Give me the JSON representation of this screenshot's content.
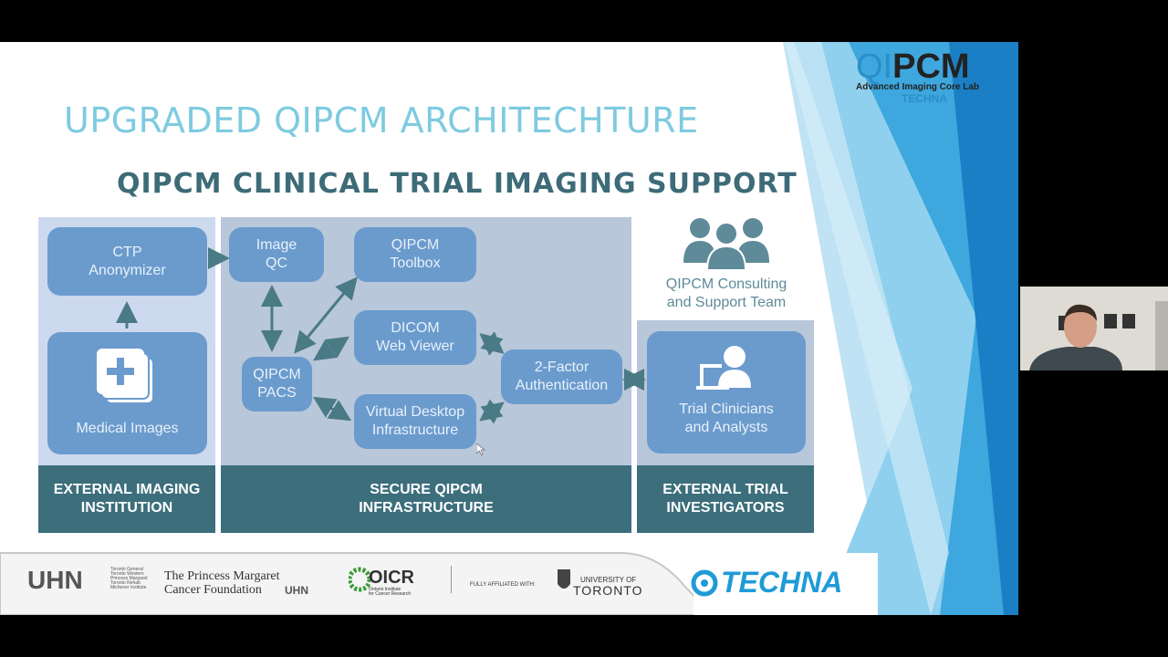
{
  "slide": {
    "title": "UPGRADED QIPCM ARCHITECHTURE",
    "subtitle": "QIPCM CLINICAL TRIAL IMAGING SUPPORT"
  },
  "logo": {
    "brand_prefix": "QI",
    "brand_main": "PCM",
    "tagline": "Advanced Imaging Core Lab",
    "sub": "TECHNA"
  },
  "diagram": {
    "external": {
      "ctp": "CTP\nAnonymizer",
      "medical": "Medical Images",
      "footer": "EXTERNAL IMAGING\nINSTITUTION"
    },
    "secure": {
      "image_qc": "Image\nQC",
      "toolbox": "QIPCM\nToolbox",
      "dicom": "DICOM\nWeb Viewer",
      "pacs": "QIPCM\nPACS",
      "vdi": "Virtual Desktop\nInfrastructure",
      "twofa": "2-Factor\nAuthentication",
      "footer": "SECURE QIPCM\nINFRASTRUCTURE"
    },
    "investigators": {
      "team_label": "QIPCM Consulting\nand Support Team",
      "clinicians": "Trial Clinicians\nand Analysts",
      "footer": "EXTERNAL TRIAL\nINVESTIGATORS"
    }
  },
  "footer_logos": {
    "uhn": "UHN",
    "uhn_sites": "Toronto General\nToronto Western\nPrincess Margaret\nToronto Rehab\nMichener Institute",
    "pm_foundation_1": "The Princess Margaret",
    "pm_foundation_2": "Cancer Foundation",
    "pm_uhn": "UHN",
    "oicr": "OICR",
    "oicr_sub": "Ontario Institute\nfor Cancer Research",
    "affiliated": "FULLY AFFILIATED WITH:",
    "uoft_1": "UNIVERSITY OF",
    "uoft_2": "TORONTO",
    "techna": "TECHNA"
  },
  "colors": {
    "box": "#6b9bcd",
    "panel_light": "#cdd9ee",
    "panel_secure": "#b8c7d9",
    "footer": "#3c6e7c",
    "title": "#7ecbe0",
    "subtitle": "#3d6b78"
  }
}
